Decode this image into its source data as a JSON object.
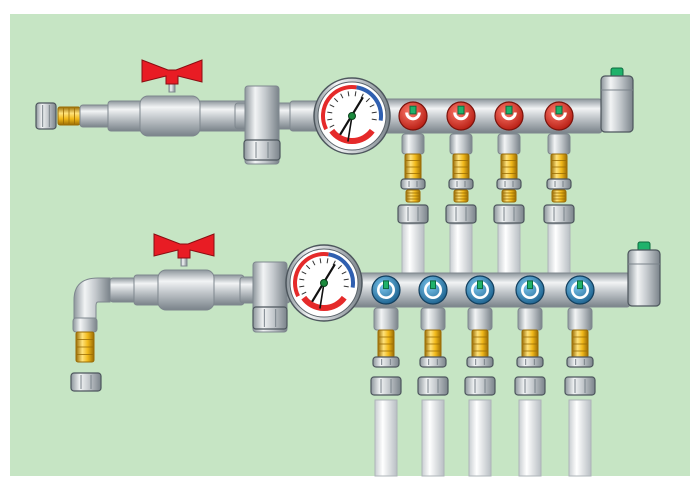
{
  "colors": {
    "background": "#c6e5c4",
    "frame": "#ffffff",
    "metal": "#c3c8cc",
    "metal_dark": "#7e878e",
    "metal_light": "#eef1f3",
    "brass": "#f1b91a",
    "brass_dark": "#9a6c05",
    "handle_red": "#e81c24",
    "supply_valve_red": "#e53224",
    "return_valve_blue": "#2c8fc4",
    "vent_cap_green": "#1fb26b",
    "gauge_red": "#e52a2a",
    "gauge_blue": "#2f5fb0",
    "pipe_white": "#f4f6f7"
  },
  "components": {
    "supply_manifold": {
      "ball_valve_handle": "butterfly-handle-red",
      "outlet_valves": 4,
      "valve_cap_color": "red",
      "fittings": [
        "union-nut",
        "brass-adapter",
        "ball-valve",
        "tee-fitting",
        "thermo-manometer",
        "manifold-bar",
        "air-vent"
      ]
    },
    "return_manifold": {
      "ball_valve_handle": "butterfly-handle-red",
      "outlet_valves": 5,
      "valve_cap_color": "blue",
      "fittings": [
        "elbow",
        "brass-adapter",
        "ball-valve",
        "tee-fitting",
        "thermo-manometer",
        "manifold-bar",
        "air-vent"
      ]
    }
  }
}
